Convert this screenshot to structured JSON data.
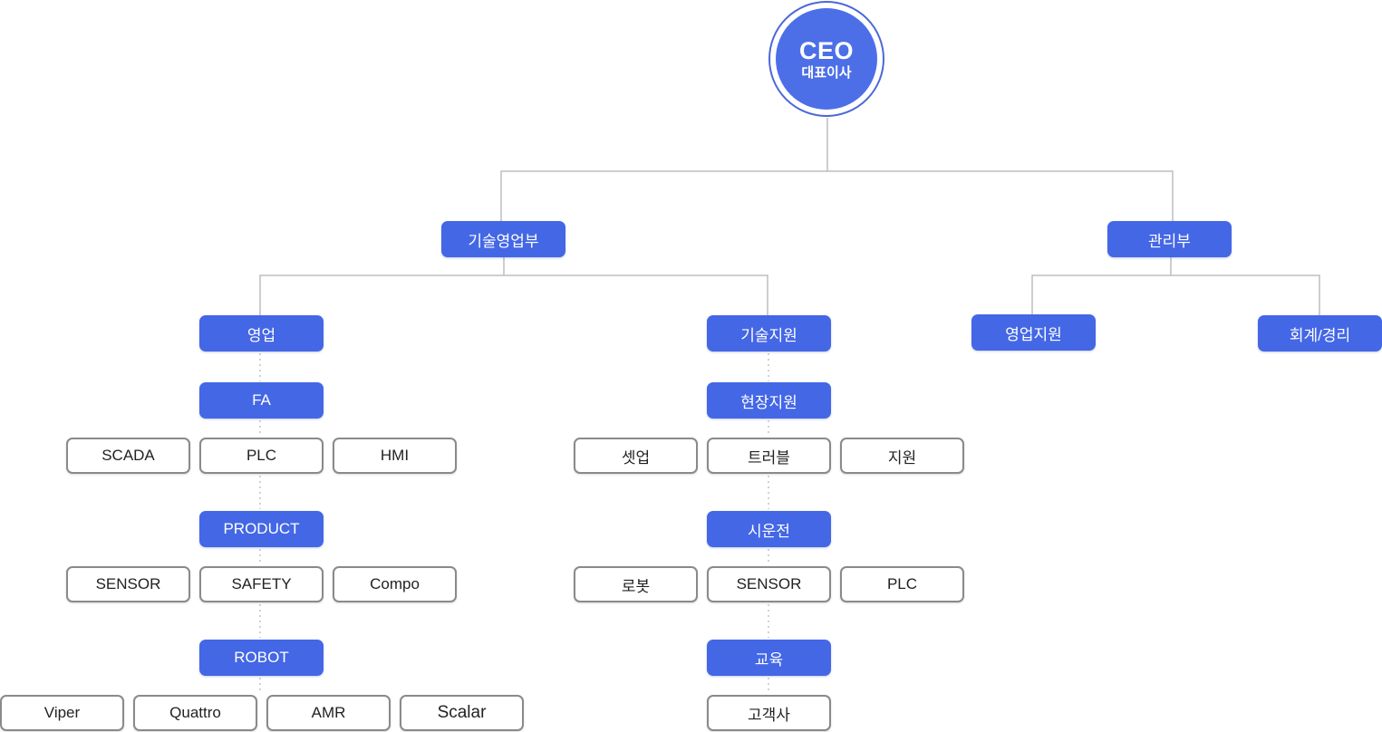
{
  "ceo": {
    "title": "CEO",
    "subtitle": "대표이사"
  },
  "divisions": {
    "tech_sales": "기술영업부",
    "admin": "관리부"
  },
  "departments": {
    "sales": "영업",
    "tech_support": "기술지원",
    "sales_support": "영업지원",
    "accounting": "회계/경리"
  },
  "sales_groups": {
    "fa": {
      "label": "FA",
      "items": [
        "SCADA",
        "PLC",
        "HMI"
      ]
    },
    "product": {
      "label": "PRODUCT",
      "items": [
        "SENSOR",
        "SAFETY",
        "Compo"
      ]
    },
    "robot": {
      "label": "ROBOT",
      "items": [
        "Viper",
        "Quattro",
        "AMR",
        "Scalar"
      ]
    }
  },
  "support_groups": {
    "field": {
      "label": "현장지원",
      "items": [
        "셋업",
        "트러블",
        "지원"
      ]
    },
    "trial": {
      "label": "시운전",
      "items": [
        "로봇",
        "SENSOR",
        "PLC"
      ]
    },
    "education": {
      "label": "교육",
      "items": [
        "고객사"
      ]
    }
  },
  "colors": {
    "primary": "#4467e6",
    "ceo_fill": "#4c6fe8",
    "ceo_ring": "#4a68d8",
    "outline_border": "#8a8a8a",
    "connector": "#bdbdbd"
  }
}
